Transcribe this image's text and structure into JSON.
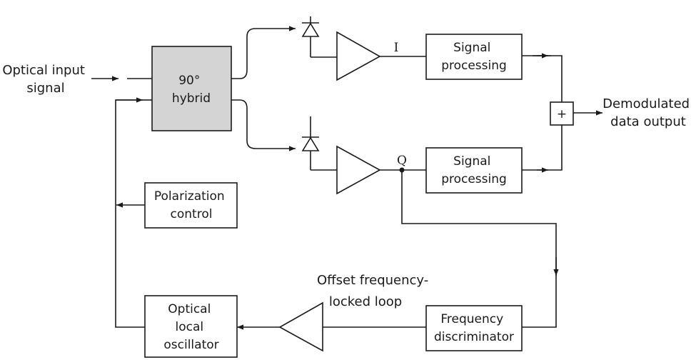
{
  "input_label": [
    "Optical input",
    "signal"
  ],
  "hybrid": [
    "90°",
    "hybrid"
  ],
  "i_label": "I",
  "q_label": "Q",
  "signal_processing_top": [
    "Signal",
    "processing"
  ],
  "signal_processing_bottom": [
    "Signal",
    "processing"
  ],
  "summer_symbol": "+",
  "output_label": [
    "Demodulated",
    "data output"
  ],
  "polarization_control": [
    "Polarization",
    "control"
  ],
  "offset_loop_label": [
    "Offset frequency-",
    "locked loop"
  ],
  "frequency_discriminator": [
    "Frequency",
    "discriminator"
  ],
  "local_oscillator": [
    "Optical",
    "local",
    "oscillator"
  ]
}
